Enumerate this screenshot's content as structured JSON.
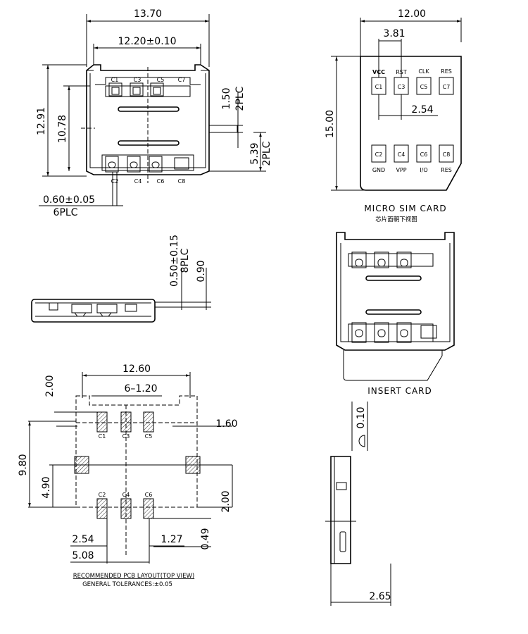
{
  "top_view": {
    "width_overall": "13.70",
    "width_inner": "12.20±0.10",
    "height_overall": "12.91",
    "height_inner": "10.78",
    "right_dim_a": "1.50",
    "right_dim_a_note": "2PLC",
    "right_dim_b": "5.39",
    "right_dim_b_note": "2PLC",
    "pin_pitch": "0.60±0.05",
    "pin_pitch_note": "6PLC",
    "pins_top": [
      "C1",
      "C3",
      "C5",
      "C7"
    ],
    "pins_bottom": [
      "C2",
      "C4",
      "C6",
      "C8"
    ]
  },
  "side_view": {
    "thickness": "0.50±0.15",
    "thickness_note": "8PLC",
    "height": "0.90"
  },
  "sim_card": {
    "width": "12.00",
    "pitch": "3.81",
    "height": "15.00",
    "row_gap": "2.54",
    "top_labels": [
      "VCC",
      "RST",
      "CLK",
      "RES"
    ],
    "top_contacts": [
      "C1",
      "C3",
      "C5",
      "C7"
    ],
    "bottom_contacts": [
      "C2",
      "C4",
      "C6",
      "C8"
    ],
    "bottom_labels": [
      "GND",
      "VPP",
      "I/O",
      "RES"
    ],
    "caption": "MICRO SIM CARD",
    "caption_cn": "芯片面朝下视图"
  },
  "insert_card": {
    "caption": "INSERT CARD"
  },
  "pcb_layout": {
    "width": "12.60",
    "top_margin": "2.00",
    "pitch_label": "6–1.20",
    "right_top": "1.60",
    "height": "9.80",
    "mid_height": "4.90",
    "right_bottom": "2.00",
    "dim_254": "2.54",
    "dim_127": "1.27",
    "dim_049": "0.49",
    "dim_508": "5.08",
    "pins_top": [
      "C1",
      "C3",
      "C5"
    ],
    "pins_bottom": [
      "C2",
      "C4",
      "C6"
    ],
    "caption": "RECOMMENDED  PCB  LAYOUT(TOP  VIEW)",
    "tolerance": "GENERAL  TOLERANCES:±0.05"
  },
  "profile_view": {
    "top_dim": "0.10",
    "bottom_dim": "2.65"
  }
}
